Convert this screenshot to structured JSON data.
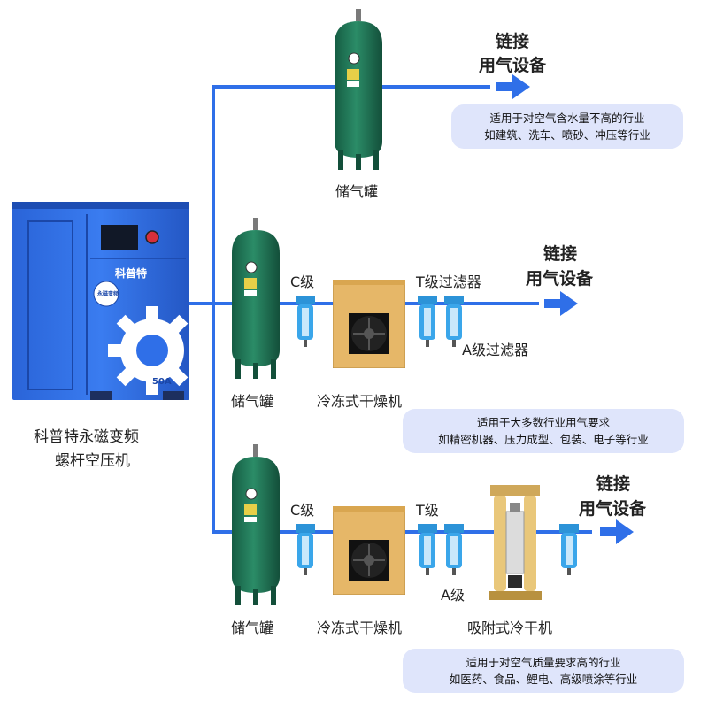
{
  "colors": {
    "pipe": "#2f6fe8",
    "compressor_body": "#2d6fe6",
    "tank_green": "#1f7a5a",
    "dryer_body": "#e6b768",
    "filter_blue": "#2c93d8",
    "bubble_bg": "#dfe5fb"
  },
  "compressor": {
    "brand_label": "科普特",
    "model_label": "50A",
    "badge_label": "永磁变频",
    "caption_line1": "科普特永磁变频",
    "caption_line2": "螺杆空压机"
  },
  "row1": {
    "tank_label": "储气罐",
    "output_line1": "链接",
    "output_line2": "用气设备",
    "note_line1": "适用于对空气含水量不高的行业",
    "note_line2": "如建筑、洗车、喷砂、冲压等行业"
  },
  "row2": {
    "tank_label": "储气罐",
    "c_label": "C级",
    "dryer_label": "冷冻式干燥机",
    "t_label": "T级过滤器",
    "a_label": "A级过滤器",
    "output_line1": "链接",
    "output_line2": "用气设备",
    "note_line1": "适用于大多数行业用气要求",
    "note_line2": "如精密机器、压力成型、包装、电子等行业"
  },
  "row3": {
    "tank_label": "储气罐",
    "c_label": "C级",
    "dryer_label": "冷冻式干燥机",
    "t_label": "T级",
    "a_label": "A级",
    "adsorption_label": "吸附式冷干机",
    "output_line1": "链接",
    "output_line2": "用气设备",
    "note_line1": "适用于对空气质量要求高的行业",
    "note_line2": "如医药、食品、鲤电、高级喷涂等行业"
  },
  "icons": [
    "compressor-icon",
    "air-tank-icon",
    "refrigerated-dryer-icon",
    "filter-icon",
    "adsorption-dryer-icon",
    "arrow-right-icon",
    "fan-icon",
    "gear-icon"
  ]
}
